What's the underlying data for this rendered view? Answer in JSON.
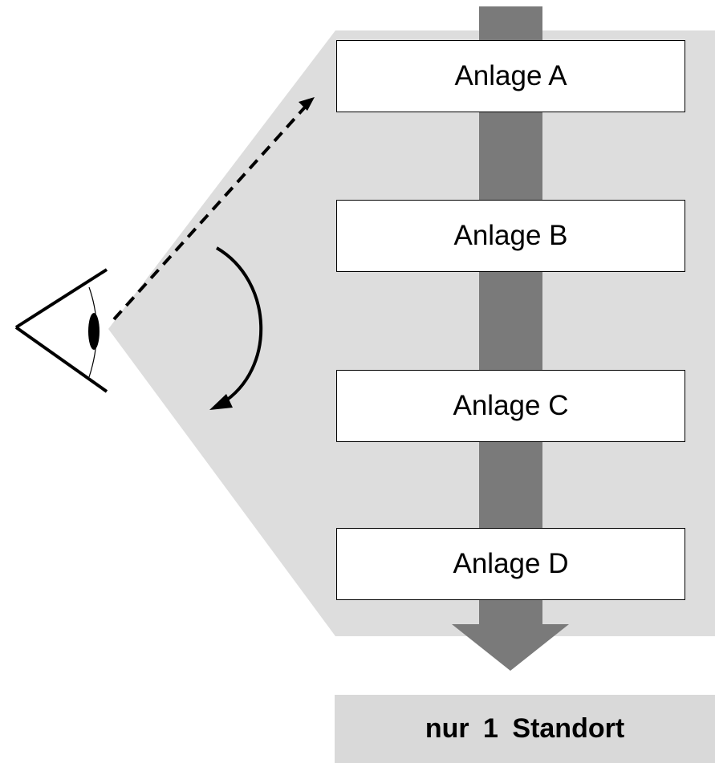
{
  "plants": [
    {
      "label": "Anlage A"
    },
    {
      "label": "Anlage B"
    },
    {
      "label": "Anlage C"
    },
    {
      "label": "Anlage D"
    }
  ],
  "result_label": "nur 1 Standort",
  "colors": {
    "view_area": "#dddddd",
    "flow_arrow": "#7a7a7a",
    "result_box": "#d9d9d9",
    "box_fill": "#ffffff",
    "stroke": "#000000"
  },
  "icons": {
    "observer": "eye-icon",
    "sight_line": "dashed-arrow-icon",
    "rotation": "curved-arrow-icon"
  }
}
